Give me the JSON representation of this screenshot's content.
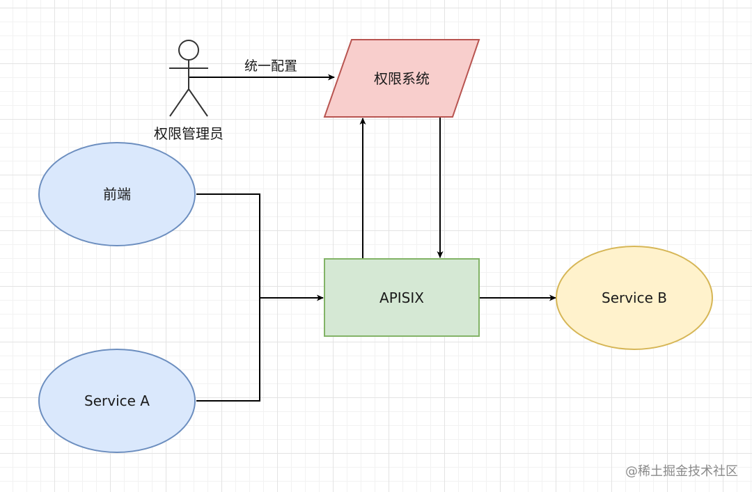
{
  "nodes": {
    "actor": {
      "label": "权限管理员",
      "shape": "stick-figure"
    },
    "auth_system": {
      "label": "权限系统",
      "shape": "parallelogram",
      "fill": "#f8cecc",
      "stroke": "#b85450"
    },
    "frontend": {
      "label": "前端",
      "shape": "ellipse",
      "fill": "#dae8fc",
      "stroke": "#6c8ebf"
    },
    "service_a": {
      "label": "Service A",
      "shape": "ellipse",
      "fill": "#dae8fc",
      "stroke": "#6c8ebf"
    },
    "apisix": {
      "label": "APISIX",
      "shape": "rectangle",
      "fill": "#d5e8d4",
      "stroke": "#82b366"
    },
    "service_b": {
      "label": "Service B",
      "shape": "ellipse",
      "fill": "#fff2cc",
      "stroke": "#d6b656"
    }
  },
  "edges": {
    "config": {
      "from": "权限管理员",
      "to": "权限系统",
      "label": "统一配置"
    },
    "apisix_to_auth": {
      "from": "APISIX",
      "to": "权限系统"
    },
    "auth_to_apisix": {
      "from": "权限系统",
      "to": "APISIX"
    },
    "frontend_to_apisix": {
      "from": "前端",
      "to": "APISIX"
    },
    "service_a_to_apisix": {
      "from": "Service A",
      "to": "APISIX"
    },
    "apisix_to_service_b": {
      "from": "APISIX",
      "to": "Service B"
    }
  },
  "colors": {
    "line": "#000000",
    "actor_stroke": "#333333",
    "background": "#ffffff"
  },
  "watermark": "@稀土掘金技术社区"
}
